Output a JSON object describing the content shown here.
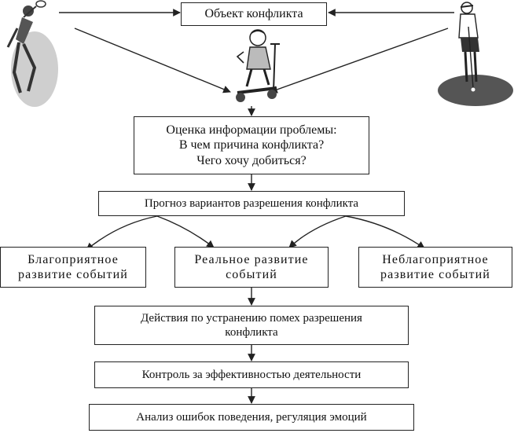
{
  "object_box": "Объект конфликта",
  "assessment": {
    "line1": "Оценка информации проблемы:",
    "line2": "В чем причина конфликта?",
    "line3": "Чего хочу добиться?"
  },
  "forecast": "Прогноз вариантов разрешения конфликта",
  "outcomes": {
    "favorable": {
      "line1": "Благоприятное",
      "line2": "развитие событий"
    },
    "real": {
      "line1": "Реальное развитие",
      "line2": "событий"
    },
    "unfavorable": {
      "line1": "Неблагоприятное",
      "line2": "развитие событий"
    }
  },
  "actions": {
    "line1": "Действия по устранению помех разрешения",
    "line2": "конфликта"
  },
  "control": "Контроль за эффективностью деятельности",
  "analysis": "Анализ ошибок поведения, регуляция эмоций",
  "illustrations": [
    "tennis-player-icon",
    "child-on-scooter-icon",
    "golfer-icon"
  ]
}
